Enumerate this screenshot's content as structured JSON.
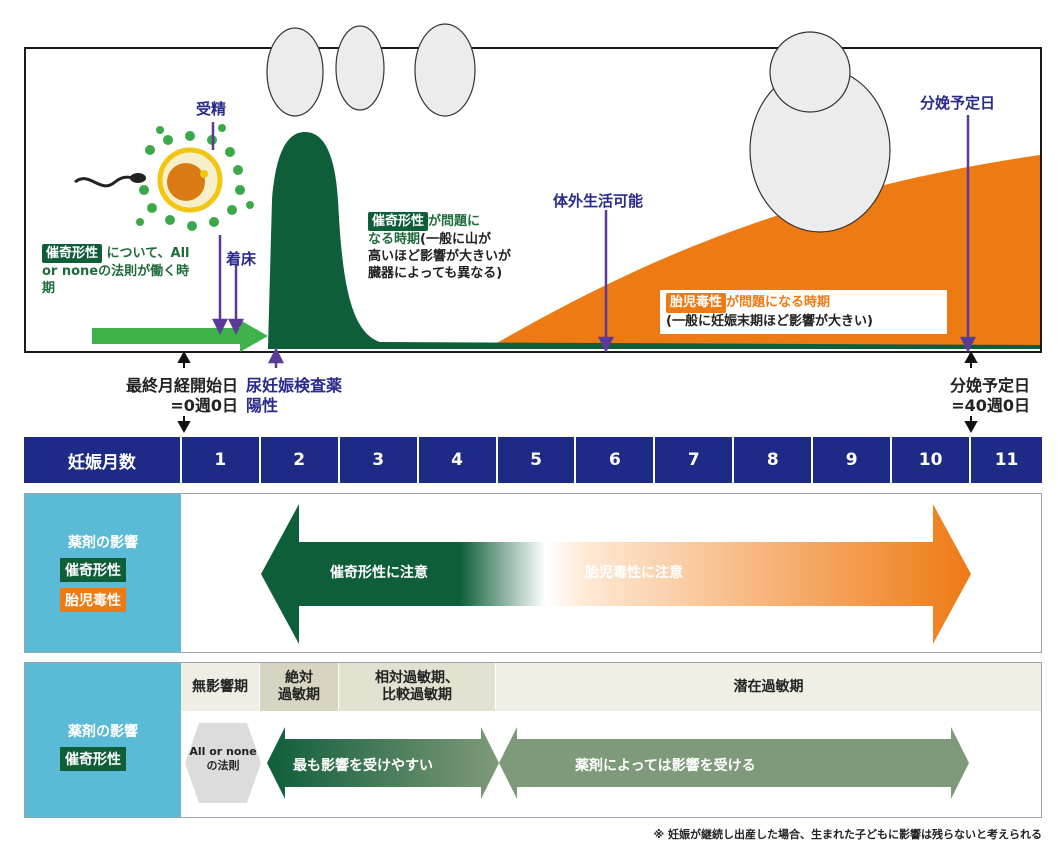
{
  "timeline": {
    "fertilization": "受精",
    "implantation": "着床",
    "ex_utero_viable": "体外生活可能",
    "due_date_top": "分娩予定日",
    "all_or_none_badge": "催奇形性",
    "all_or_none_text": "について、All or noneの法則が働く時期",
    "teratogen_badge": "催奇形性",
    "teratogen_text1": "が問題に",
    "teratogen_text2": "なる時期",
    "teratogen_text3": "(一般に山が",
    "teratogen_text4": "高いほど影響が大きいが",
    "teratogen_text5": "臓器によっても異なる)",
    "fetotoxic_badge": "胎児毒性",
    "fetotoxic_text": "が問題になる時期",
    "fetotoxic_sub": "(一般に妊娠末期ほど影響が大きい)",
    "lmp_line1": "最終月経開始日",
    "lmp_line2": "=0週0日",
    "urine_line1": "尿妊娠検査薬",
    "urine_line2": "陽性",
    "due_line1": "分娩予定日",
    "due_line2": "=40週0日"
  },
  "month_bar": {
    "label": "妊娠月数",
    "months": [
      "1",
      "2",
      "3",
      "4",
      "5",
      "6",
      "7",
      "8",
      "9",
      "10",
      "11"
    ]
  },
  "panel1": {
    "title": "薬剤の影響",
    "badge_teratogen": "催奇形性",
    "badge_fetotoxic": "胎児毒性",
    "arrow_teratogen": "催奇形性に注意",
    "arrow_fetotoxic": "胎児毒性に注意"
  },
  "panel2": {
    "title": "薬剤の影響",
    "badge_teratogen": "催奇形性",
    "period_none": "無影響期",
    "period_absolute_1": "絶対",
    "period_absolute_2": "過敏期",
    "period_relative_1": "相対過敏期、",
    "period_relative_2": "比較過敏期",
    "period_latent": "潜在過敏期",
    "all_or_none_1": "All or none",
    "all_or_none_2": "の法則",
    "arrow_most": "最も影響を受けやすい",
    "arrow_some": "薬剤によっては影響を受ける"
  },
  "footnote": "※ 妊娠が継続し出産した場合、生まれた子どもに影響は残らないと考えられる",
  "colors": {
    "navy": "#1d2b87",
    "dark_green": "#0f5e3a",
    "orange": "#ee7a14",
    "light_blue": "#5bbbd6",
    "sage": "#7f9a7a"
  }
}
